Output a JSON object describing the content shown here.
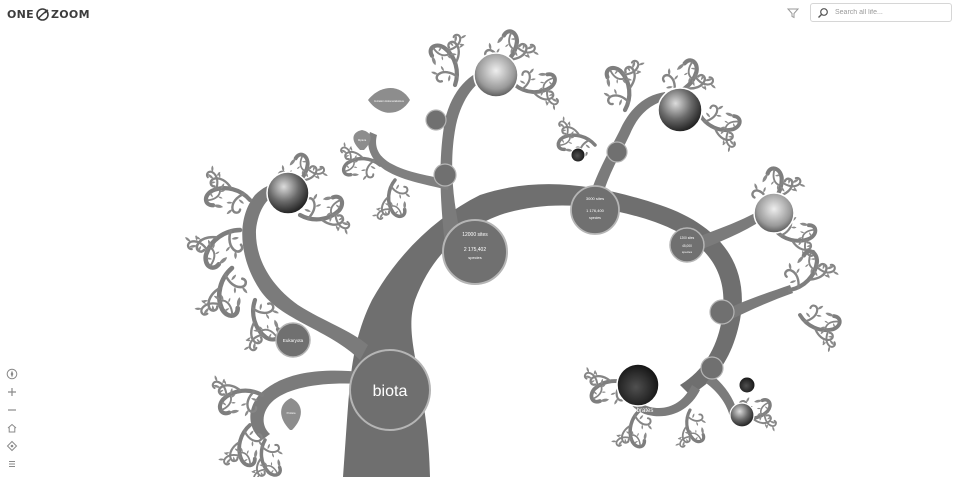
{
  "header": {
    "logo_left": "ONE",
    "logo_right": "ZOOM",
    "logo_icon": "globe-leaf-icon",
    "filter_icon": "filter-icon",
    "search_icon": "search-icon",
    "search_placeholder": "Search all life..."
  },
  "tree": {
    "root_label": "biota",
    "hub_labels": {
      "main_line1": "12000 sites",
      "main_line2": "2 175,402",
      "main_line3": "species",
      "right_line1": "3000 sites",
      "right_line2": "1 176,400",
      "right_line3": "species",
      "mid_right_line1": "1200 sites",
      "mid_right_line2": "45,000",
      "mid_right_line3": "species",
      "left_branch": "Eukaryota"
    },
    "leaf_texts": {
      "top_leaf": "Invitation Holometabolous",
      "left_top_leaf": "Diptera",
      "bottom_left_leaf": "Protista",
      "lower_right_label": "Vertebrates"
    },
    "colors": {
      "trunk": "#6f6f6f",
      "branch": "#7b7b7b",
      "leaf": "#8b8b8b",
      "node_ring": "#b5b5b5"
    }
  },
  "controls": {
    "buttons": [
      "compass-icon",
      "zoom-in-icon",
      "zoom-out-icon",
      "home-icon",
      "location-icon",
      "settings-icon"
    ]
  }
}
